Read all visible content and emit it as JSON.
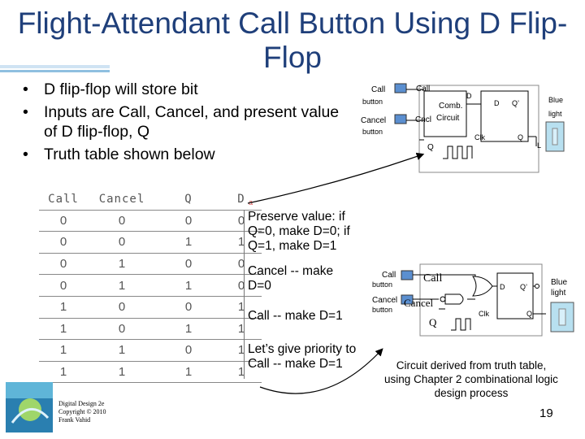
{
  "title": "Flight-Attendant Call Button Using D Flip-Flop",
  "bullets": [
    "D flip-flop will store bit",
    "Inputs are Call, Cancel, and present value of D flip-flop, Q",
    "Truth table shown below"
  ],
  "truth_table": {
    "headers": [
      "Call",
      "Cancel",
      "Q",
      "D"
    ],
    "rows": [
      [
        "0",
        "0",
        "0",
        "0"
      ],
      [
        "0",
        "0",
        "1",
        "1"
      ],
      [
        "0",
        "1",
        "0",
        "0"
      ],
      [
        "0",
        "1",
        "1",
        "0"
      ],
      [
        "1",
        "0",
        "0",
        "1"
      ],
      [
        "1",
        "0",
        "1",
        "1"
      ],
      [
        "1",
        "1",
        "0",
        "1"
      ],
      [
        "1",
        "1",
        "1",
        "1"
      ]
    ]
  },
  "notes": {
    "preserve": "Preserve value: if Q=0, make D=0; if Q=1, make D=1",
    "cancel": "Cancel -- make D=0",
    "call": "Call -- make D=1",
    "priority": "Let’s give priority to Call -- make D=1"
  },
  "circuit_top": {
    "call_button": [
      "Call",
      "button"
    ],
    "cancel_button": [
      "Cancel",
      "button"
    ],
    "call": "Call",
    "cancel": "Cncl",
    "comb": [
      "Comb.",
      "Circuit"
    ],
    "q": "Q",
    "d_out": "D",
    "ff_d": "D",
    "ff_qbar": "Q’",
    "ff_clk": "Clk",
    "ff_q": "Q",
    "light": [
      "Blue",
      "light"
    ],
    "l": "L",
    "a": "a"
  },
  "circuit_bottom": {
    "call_button": [
      "Call",
      "button"
    ],
    "cancel_button": [
      "Cancel",
      "button"
    ],
    "call": "Call",
    "cancel": "Cancel",
    "q": "Q",
    "ff_d": "D",
    "ff_qbar": "Q’",
    "ff_clk": "Clk",
    "ff_q": "Q",
    "light": [
      "Blue",
      "light"
    ]
  },
  "caption": "Circuit derived from truth table, using Chapter 2 combinational logic design process",
  "page_number": "19",
  "footer": [
    "Digital Design 2e",
    "Copyright © 2010",
    "Frank Vahid"
  ],
  "colors": {
    "title": "#1f3f7a",
    "light": "#b8e0f0",
    "button": "#5b8fd0",
    "arrow": "#d44"
  }
}
